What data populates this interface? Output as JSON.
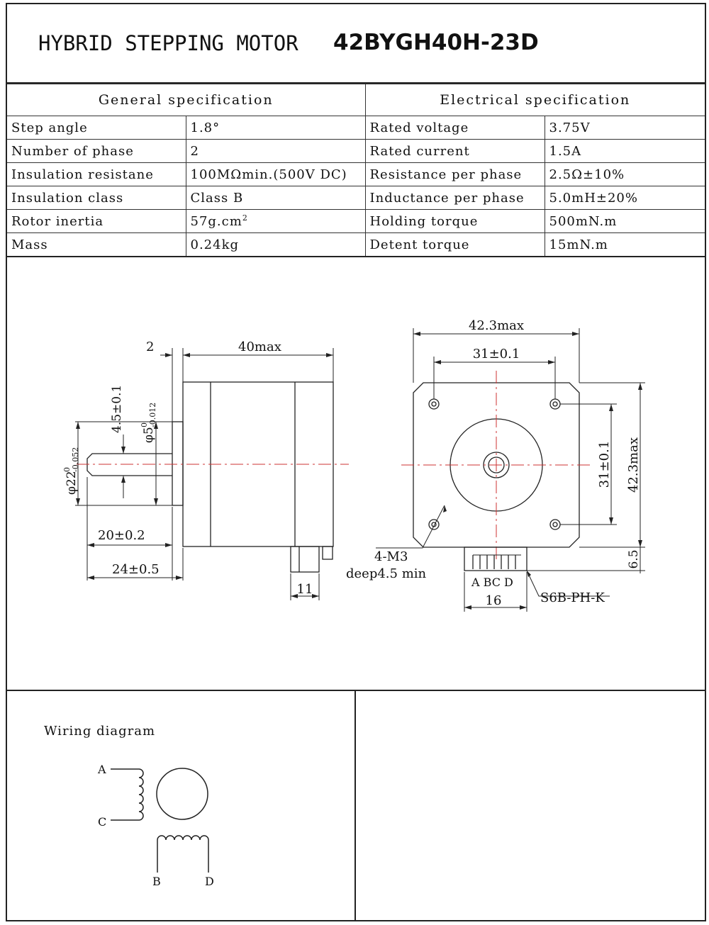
{
  "title": {
    "left": "HYBRID STEPPING MOTOR",
    "model": "42BYGH40H-23D"
  },
  "spec_table": {
    "general_header": "General  specification",
    "electrical_header": "Electrical  specification",
    "rows": [
      {
        "g_label": "Step angle",
        "g_value": "1.8°",
        "e_label": "Rated voltage",
        "e_value": "3.75V"
      },
      {
        "g_label": "Number of phase",
        "g_value": "2",
        "e_label": "Rated current",
        "e_value": "1.5A"
      },
      {
        "g_label": "Insulation resistane",
        "g_value": "100MΩmin.(500V DC)",
        "e_label": "Resistance per phase",
        "e_value": "2.5Ω±10%"
      },
      {
        "g_label": "Insulation class",
        "g_value": "Class B",
        "e_label": "Inductance per phase",
        "e_value": "5.0mH±20%"
      },
      {
        "g_label": "Rotor inertia",
        "g_value_base": "57g.cm",
        "g_value_sup": "2",
        "e_label": "Holding torque",
        "e_value": "500mN.m"
      },
      {
        "g_label": "Mass",
        "g_value": "0.24kg",
        "e_label": "Detent torque",
        "e_value": "15mN.m"
      }
    ]
  },
  "drawing": {
    "side": {
      "dim_flange": "2",
      "dim_body": "40max",
      "dim_boss_dia": "4.5±0.1",
      "dim_shaft_dia_base": "φ5",
      "dim_shaft_dia_tol_up": "0",
      "dim_shaft_dia_tol_low": "-0.012",
      "dim_pilot_base": "φ22",
      "dim_pilot_tol_up": "0",
      "dim_pilot_tol_low": "-0.052",
      "dim_shaft_20": "20±0.2",
      "dim_shaft_24": "24±0.5",
      "dim_connector": "11"
    },
    "front": {
      "dim_width": "42.3max",
      "dim_hole_spacing_h": "31±0.1",
      "dim_hole_spacing_v": "31±0.1",
      "dim_height": "42.3max",
      "dim_conn_height": "6.5",
      "hole_note_1": "4-M3",
      "hole_note_2": "deep4.5 min",
      "pin_labels": "A BC D",
      "dim_conn_width": "16",
      "connector_name": "S6B-PH-K"
    }
  },
  "wiring": {
    "title": "Wiring diagram",
    "label_a": "A",
    "label_c": "C",
    "label_b": "B",
    "label_d": "D"
  }
}
